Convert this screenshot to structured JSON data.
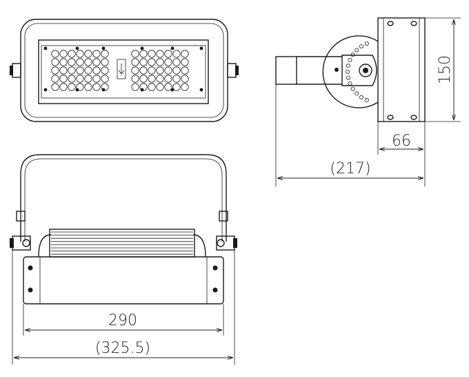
{
  "dimensions": {
    "height": "150",
    "bracket_depth": "66",
    "overall_depth": "(217)",
    "body_width": "290",
    "overall_width": "(325.5)"
  }
}
